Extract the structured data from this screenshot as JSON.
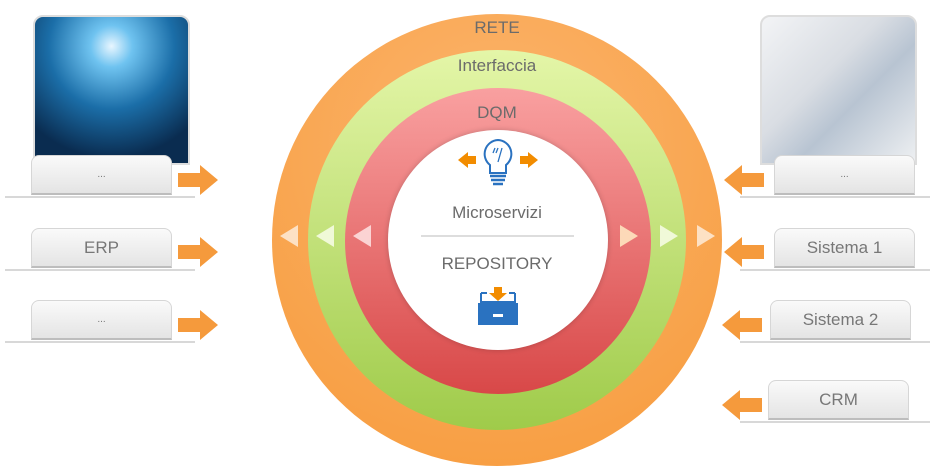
{
  "rings": {
    "outer": "RETE",
    "green": "Interfaccia",
    "red": "DQM"
  },
  "center": {
    "top": "Microservizi",
    "bottom": "REPOSITORY"
  },
  "left_boxes": [
    "...",
    "ERP",
    "..."
  ],
  "right_boxes": [
    "...",
    "Sistema 1",
    "Sistema 2",
    "CRM"
  ],
  "colors": {
    "orange": "#f7a14a",
    "green": "#b9dc6a",
    "red": "#ee6b6b",
    "arrow": "#f59a3c",
    "icon_blue": "#2a72c0"
  }
}
